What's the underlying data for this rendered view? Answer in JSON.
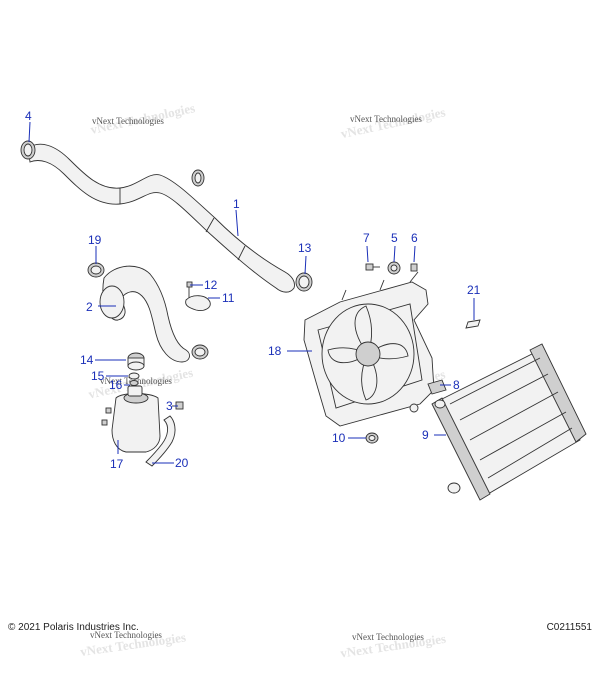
{
  "callouts": [
    {
      "id": "4",
      "label": "4"
    },
    {
      "id": "1",
      "label": "1"
    },
    {
      "id": "19",
      "label": "19"
    },
    {
      "id": "2",
      "label": "2"
    },
    {
      "id": "12",
      "label": "12"
    },
    {
      "id": "11",
      "label": "11"
    },
    {
      "id": "13",
      "label": "13"
    },
    {
      "id": "7",
      "label": "7"
    },
    {
      "id": "5",
      "label": "5"
    },
    {
      "id": "6",
      "label": "6"
    },
    {
      "id": "21",
      "label": "21"
    },
    {
      "id": "18",
      "label": "18"
    },
    {
      "id": "14",
      "label": "14"
    },
    {
      "id": "15",
      "label": "15"
    },
    {
      "id": "16",
      "label": "16"
    },
    {
      "id": "3",
      "label": "3"
    },
    {
      "id": "17",
      "label": "17"
    },
    {
      "id": "20",
      "label": "20"
    },
    {
      "id": "8",
      "label": "8"
    },
    {
      "id": "10",
      "label": "10"
    },
    {
      "id": "9",
      "label": "9"
    }
  ],
  "watermark": "vNext Technologies",
  "footer": {
    "copyright": "© 2021 Polaris Industries Inc.",
    "drawing_code": "C0211551"
  }
}
